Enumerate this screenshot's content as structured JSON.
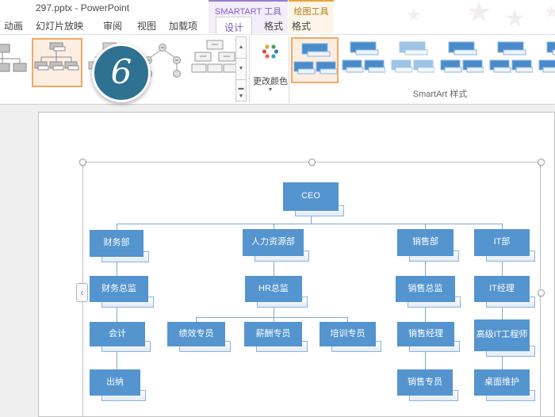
{
  "window": {
    "title": "297.pptx - PowerPoint"
  },
  "ribbon": {
    "tabs": [
      {
        "label": "动画"
      },
      {
        "label": "幻灯片放映"
      },
      {
        "label": "审阅"
      },
      {
        "label": "视图"
      },
      {
        "label": "加载项"
      }
    ],
    "contextual": {
      "smartart": {
        "header": "SMARTART 工具",
        "tabs": [
          {
            "label": "设计",
            "selected": true
          },
          {
            "label": "格式"
          }
        ]
      },
      "drawing": {
        "header": "绘图工具",
        "tabs": [
          {
            "label": "格式"
          }
        ]
      }
    },
    "change_colors": {
      "label": "更改颜色"
    },
    "styles_group_label": "SmartArt 样式",
    "icons": [
      "layout-gallery-up-icon",
      "layout-gallery-down-icon",
      "layout-gallery-more-icon",
      "color-dots-icon",
      "dropdown-arrow-icon"
    ]
  },
  "annotation": {
    "step": "6"
  },
  "slide": {
    "org_chart": {
      "nodes": [
        {
          "label": "CEO"
        },
        {
          "label": "财务部"
        },
        {
          "label": "人力资源部"
        },
        {
          "label": "销售部"
        },
        {
          "label": "IT部"
        },
        {
          "label": "财务总监"
        },
        {
          "label": "HR总监"
        },
        {
          "label": "销售总监"
        },
        {
          "label": "IT经理"
        },
        {
          "label": "会计"
        },
        {
          "label": "绩效专员"
        },
        {
          "label": "薪酬专员"
        },
        {
          "label": "培训专员"
        },
        {
          "label": "销售经理"
        },
        {
          "label": "高级IT工程师"
        },
        {
          "label": "出纳"
        },
        {
          "label": "销售专员"
        },
        {
          "label": "桌面维护"
        }
      ]
    }
  },
  "colors": {
    "accent_blue": "#5494cf",
    "annotation_teal": "#2e7191",
    "contextual_purple": "#9a7bd4",
    "contextual_orange": "#e8a33d",
    "selection_highlight": "#f2a964"
  }
}
